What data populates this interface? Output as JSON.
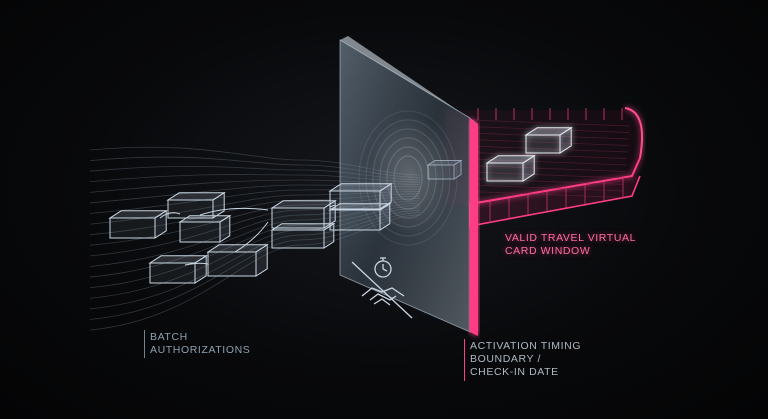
{
  "labels": {
    "batch": "BATCH\nAUTHORIZATIONS",
    "valid_window": "VALID TRAVEL VIRTUAL\nCARD WINDOW",
    "activation": "ACTIVATION TIMING\nBOUNDARY /\nCHECK-IN DATE"
  },
  "icons": [
    "stopwatch-icon",
    "handshake-icon",
    "slash-icon"
  ],
  "colors": {
    "background": "#050506",
    "accent_pink": "#ff3d86",
    "box_stroke": "#c9d6e2",
    "stream_line": "#56636f",
    "panel_glass": "#7f93a6"
  }
}
